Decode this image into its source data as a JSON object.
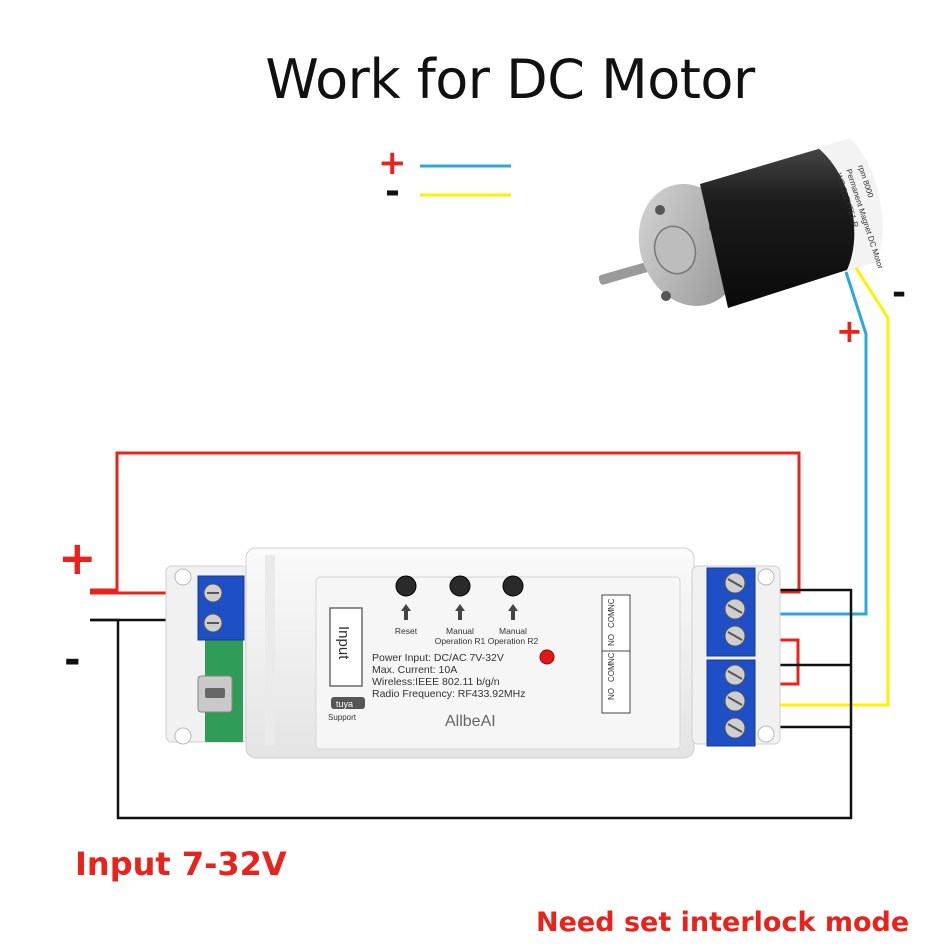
{
  "title": "Work for DC  Motor",
  "legend": [
    {
      "symbol": "+",
      "wire_color": "#29a8e0",
      "symbol_color": "#e8231c"
    },
    {
      "symbol": "-",
      "wire_color": "#fff200",
      "symbol_color": "#111111"
    }
  ],
  "motor": {
    "plus": "+",
    "minus": "-",
    "label_lines": [
      "Permanent Magnet DC Motor",
      "WS-31ZYT51-R",
      "rpm 8000"
    ]
  },
  "input": {
    "plus": "+",
    "minus": "-",
    "caption": "Input 7-32V"
  },
  "device": {
    "brand": "AllbeAI",
    "input_tag": "Input",
    "tuya": "tuya",
    "support": "Support",
    "buttons": [
      {
        "label": "Reset"
      },
      {
        "label": "Manual\nOperation R1"
      },
      {
        "label": "Manual\nOperation R2"
      }
    ],
    "specs": [
      "Power Input:  DC/AC 7V-32V",
      "Max. Current:  10A",
      "Wireless:IEEE 802.11 b/g/n",
      "Radio Frequency:  RF433.92MHz"
    ],
    "relay_labels": [
      "NO",
      "COM",
      "NC",
      "NO",
      "COM",
      "NC"
    ]
  },
  "note": "Need set interlock mode",
  "colors": {
    "red_wire": "#e8231c",
    "black_wire": "#111111",
    "blue_wire": "#29a8e0",
    "yellow_wire": "#fff200",
    "terminal_blue": "#1f4fc4"
  }
}
